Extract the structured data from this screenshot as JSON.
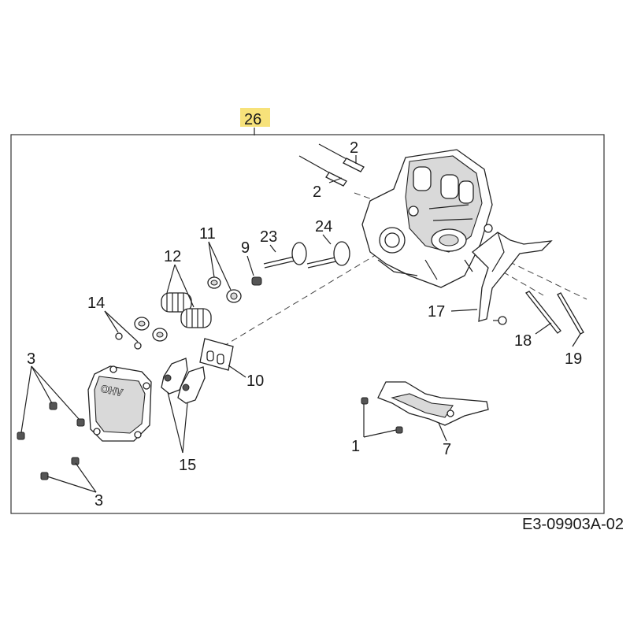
{
  "assembly_label": "26",
  "highlight_color": "#f7e27a",
  "drawing_code": "E3-09903A-02",
  "callouts": {
    "c2a": "2",
    "c2b": "2",
    "c24": "24",
    "c23": "23",
    "c9": "9",
    "c11": "11",
    "c12": "12",
    "c14": "14",
    "c17": "17",
    "c18": "18",
    "c19": "19",
    "c10": "10",
    "c3a": "3",
    "c3b": "3",
    "c15": "15",
    "c1": "1",
    "c7": "7"
  },
  "cover_text": "OHV"
}
